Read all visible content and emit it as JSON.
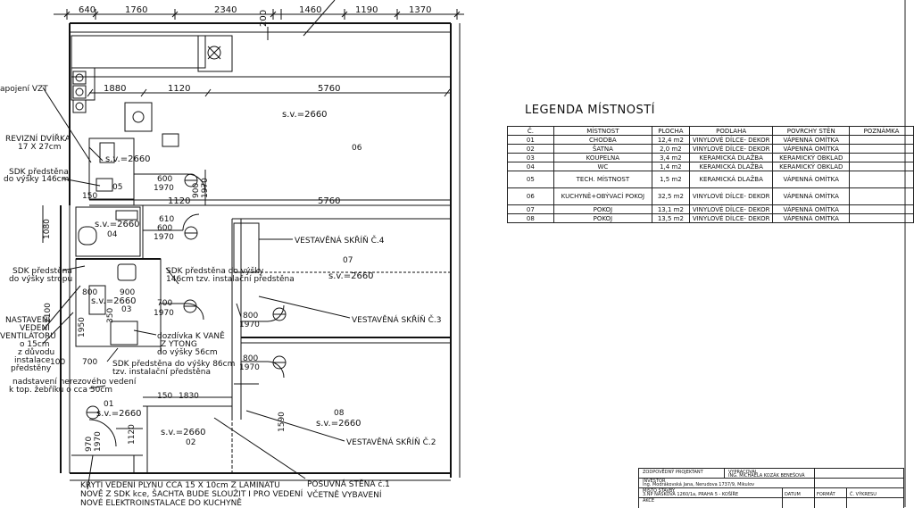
{
  "dimensions_top": [
    "640",
    "1760",
    "2340",
    "200",
    "1460",
    "1190",
    "1370"
  ],
  "dimensions_inner": [
    "1880",
    "1120",
    "5760",
    "1120",
    "5760",
    "150",
    "600",
    "1970",
    "900",
    "1970",
    "600",
    "1970",
    "610",
    "1080",
    "800",
    "900",
    "700",
    "1970",
    "800",
    "1970",
    "350",
    "2100",
    "1950",
    "100",
    "700",
    "800",
    "1970",
    "150",
    "1830",
    "1970",
    "1120",
    "1590",
    "970"
  ],
  "heights": [
    "s.v.=2660",
    "s.v.=2660",
    "s.v.=2660",
    "s.v.=2660",
    "s.v.=2660",
    "s.v.=2660",
    "s.v.=2660",
    "s.v.=2660"
  ],
  "room_numbers": [
    "06",
    "05",
    "04",
    "03",
    "07",
    "01",
    "02",
    "08"
  ],
  "annotations": {
    "vzt": "apojení VZT",
    "revizni": "REVIZNÍ DVÍŘKA",
    "revizni_size": "17 X 27cm",
    "sdk1": "SDK předstěna",
    "sdk1b": "do výšky 146cm",
    "sdk2": "SDK předstěna",
    "sdk2b": "do výšky stropu",
    "sdk3": "SDK předstěna do výšky",
    "sdk3b": "146cm tzv. instalační předstěna",
    "nast1": "NASTAVENÍ",
    "nast2": "VEDENÍ",
    "nast3": "VENTILÁTORU",
    "nast4": "o 15cm",
    "nast5": "z důvodu",
    "nast6": "instalace",
    "nast7": "předstěny",
    "dozd1": "dozdívka K VANĚ",
    "dozd2": "Z YTONG",
    "dozd3": "do výšky 56cm",
    "sdk4": "SDK předstěna do výšky 86cm",
    "sdk4b": "tzv. instalační předstěna",
    "nadst1": "nadstavení nerezového vedení",
    "nadst2": "k top. žebříku o cca 50cm",
    "skrin4": "VESTAVĚNÁ SKŘÍŇ Č.4",
    "skrin3": "VESTAVĚNÁ SKŘÍŇ Č.3",
    "skrin2": "VESTAVĚNÁ SKŘÍŇ Č.2",
    "posuv1": "POSUVNÁ STĚNA č.1",
    "posuv2": "VČETNĚ VYBAVENÍ",
    "kryti1": "KRYTÍ VEDENÍ PLYNU CCA 15 X 10cm Z LAMINÁTU",
    "kryti2": "NOVĚ Z SDK kce, ŠACHTA BUDE SLOUŽIT I PRO VEDENÍ",
    "kryti3": "NOVÉ ELEKTROINSTALACE DO KUCHYNĚ"
  },
  "legend": {
    "title": "LEGENDA MÍSTNOSTÍ",
    "headers": [
      "Č.",
      "MÍSTNOST",
      "PLOCHA",
      "PODLAHA",
      "POVRCHY STĚN",
      "POZNÁMKA"
    ],
    "rows": [
      [
        "01",
        "CHODBA",
        "12,4 m2",
        "VINYLOVÉ DÍLCE- DEKOR",
        "VÁPENNÁ OMÍTKA",
        ""
      ],
      [
        "02",
        "ŠATNA",
        "2,0 m2",
        "VINYLOVÉ DÍLCE- DEKOR",
        "VÁPENNÁ OMÍTKA",
        ""
      ],
      [
        "03",
        "KOUPELNA",
        "3,4 m2",
        "KERAMICKÁ DLAŽBA",
        "KERAMICKÝ OBKLAD",
        ""
      ],
      [
        "04",
        "WC",
        "1,4 m2",
        "KERAMICKÁ DLAŽBA",
        "KERAMICKÝ OBKLAD",
        ""
      ],
      [
        "05",
        "TECH. MÍSTNOST",
        "1,5 m2",
        "KERAMICKÁ DLAŽBA",
        "VÁPENNÁ OMÍTKA",
        ""
      ],
      [
        "06",
        "KUCHYNĚ+OBÝVACÍ POKOJ",
        "32,5 m2",
        "VINYLOVÉ DÍLCE- DEKOR",
        "VÁPENNÁ OMÍTKA",
        ""
      ],
      [
        "07",
        "POKOJ",
        "13,1 m2",
        "VINYLOVÉ DÍLCE- DEKOR",
        "VÁPENNÁ OMÍTKA",
        ""
      ],
      [
        "08",
        "POKOJ",
        "13,5 m2",
        "VINYLOVÉ DÍLCE- DEKOR",
        "VÁPENNÁ OMÍTKA",
        ""
      ]
    ]
  },
  "titleblock": {
    "zodp_label": "ZODPOVĚDNÝ PROJEKTANT",
    "vypr_label": "VYPRACOVAL",
    "vypr_name": "ING. MICHAELA KOZÁK BENEŠOVÁ",
    "investor_label": "INVESTOR",
    "investor_value": "Ing. Modrákovská Jana, Nerudova 1737/9, Mikulov",
    "misto_label": "MÍSTO STAVBY",
    "misto_value": "3.NP NÁSKOVÁ 1260/1a, PRAHA 5 - KOŠÍŘE",
    "akce_label": "AKCE",
    "datum_label": "DATUM",
    "format_label": "FORMÁT",
    "vykres_label": "Č. VÝKRESU"
  }
}
